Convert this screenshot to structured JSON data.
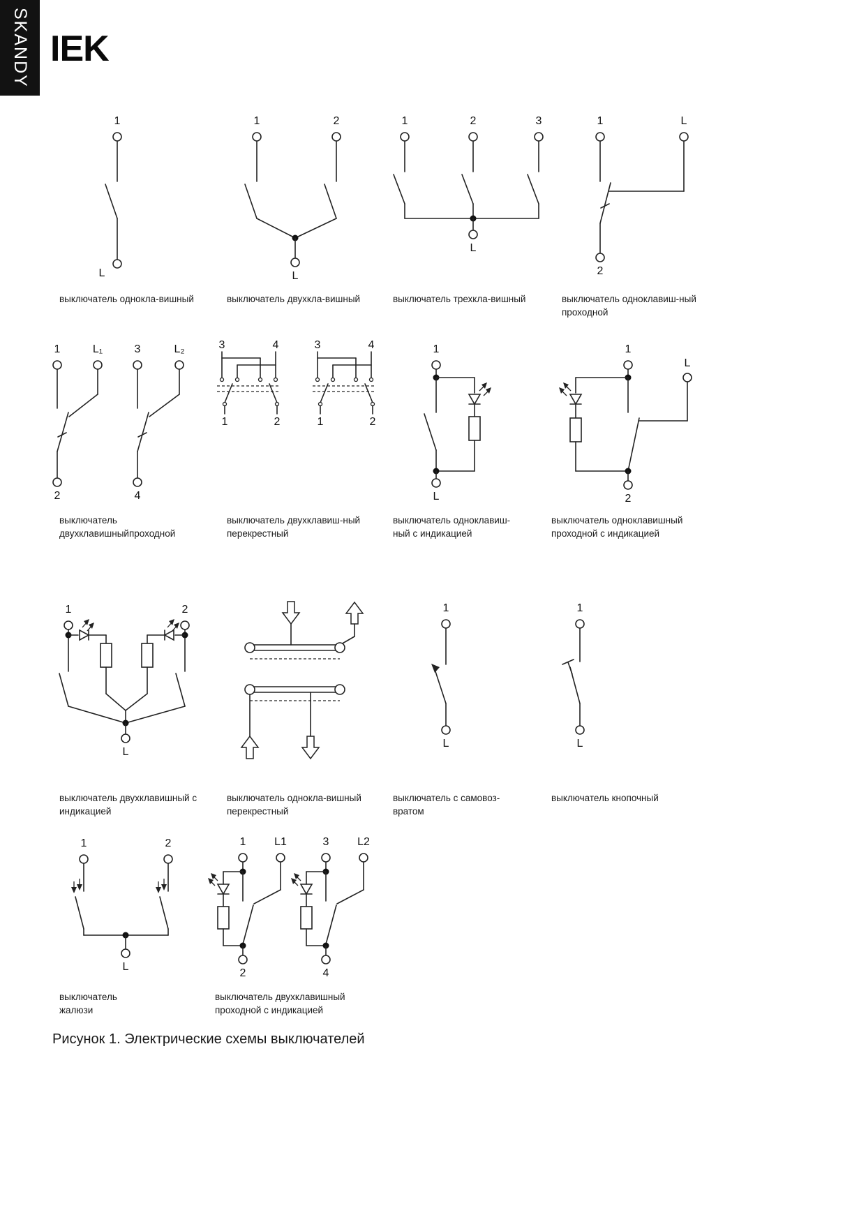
{
  "colors": {
    "sidebar_bg": "#121212",
    "ink": "#222222"
  },
  "sidebar": {
    "brand": "SKANDY"
  },
  "logo": {
    "text": "IEK"
  },
  "figure_caption": "Рисунок 1. Электрические схемы выключателей",
  "diagrams": [
    {
      "id": "single",
      "caption_lines": [
        "выключатель однокла-вишный"
      ],
      "top": [
        "1"
      ],
      "bottom": [
        "L"
      ]
    },
    {
      "id": "double",
      "caption_lines": [
        "выключатель двухкла-вишный"
      ],
      "top": [
        "1",
        "2"
      ],
      "bottom": [
        "L"
      ]
    },
    {
      "id": "triple",
      "caption_lines": [
        "выключатель трехкла-вишный"
      ],
      "top": [
        "1",
        "2",
        "3"
      ],
      "bottom": [
        "L"
      ]
    },
    {
      "id": "single-pass",
      "caption_lines": [
        "выключатель одноклавиш-ный",
        "проходной"
      ],
      "top": [
        "1",
        "L"
      ],
      "bottom": [
        "2"
      ]
    },
    {
      "id": "double-pass",
      "caption_lines": [
        "выключатель",
        "двухклавишныйпроходной"
      ],
      "top": [
        "1",
        "L₁",
        "3",
        "L₂"
      ],
      "bottom": [
        "2",
        "4"
      ]
    },
    {
      "id": "double-cross",
      "caption_lines": [
        "выключатель двухклавиш-ный",
        "перекрестный"
      ],
      "top": [
        "3",
        "4",
        "3",
        "4"
      ],
      "bottom": [
        "1",
        "2",
        "1",
        "2"
      ]
    },
    {
      "id": "single-ind",
      "caption_lines": [
        "выключатель одноклавиш-",
        "ный с индикацией"
      ],
      "top": [
        "1"
      ],
      "bottom": [
        "L"
      ]
    },
    {
      "id": "single-pass-ind",
      "caption_lines": [
        "выключатель одноклавишный",
        "проходной с индикацией"
      ],
      "top": [
        "1",
        "L"
      ],
      "bottom": [
        "2"
      ]
    },
    {
      "id": "double-ind",
      "caption_lines": [
        "выключатель двухклавишный с",
        "индикацией"
      ],
      "top": [
        "1",
        "2"
      ],
      "bottom": [
        "L"
      ]
    },
    {
      "id": "single-cross",
      "caption_lines": [
        "выключатель однокла-вишный",
        "перекрестный"
      ],
      "top": [],
      "bottom": []
    },
    {
      "id": "momentary",
      "caption_lines": [
        "выключатель с самовоз-",
        "вратом"
      ],
      "top": [
        "1"
      ],
      "bottom": [
        "L"
      ]
    },
    {
      "id": "push",
      "caption_lines": [
        "выключатель кнопочный"
      ],
      "top": [
        "1"
      ],
      "bottom": [
        "L"
      ]
    },
    {
      "id": "blinds",
      "caption_lines": [
        "выключатель",
        "жалюзи"
      ],
      "top": [
        "1",
        "2"
      ],
      "bottom": [
        "L"
      ]
    },
    {
      "id": "double-pass-ind",
      "caption_lines": [
        "выключатель двухклавишный",
        "проходной с индикацией"
      ],
      "top": [
        "1",
        "L1",
        "3",
        "L2"
      ],
      "bottom": [
        "2",
        "4"
      ]
    }
  ]
}
